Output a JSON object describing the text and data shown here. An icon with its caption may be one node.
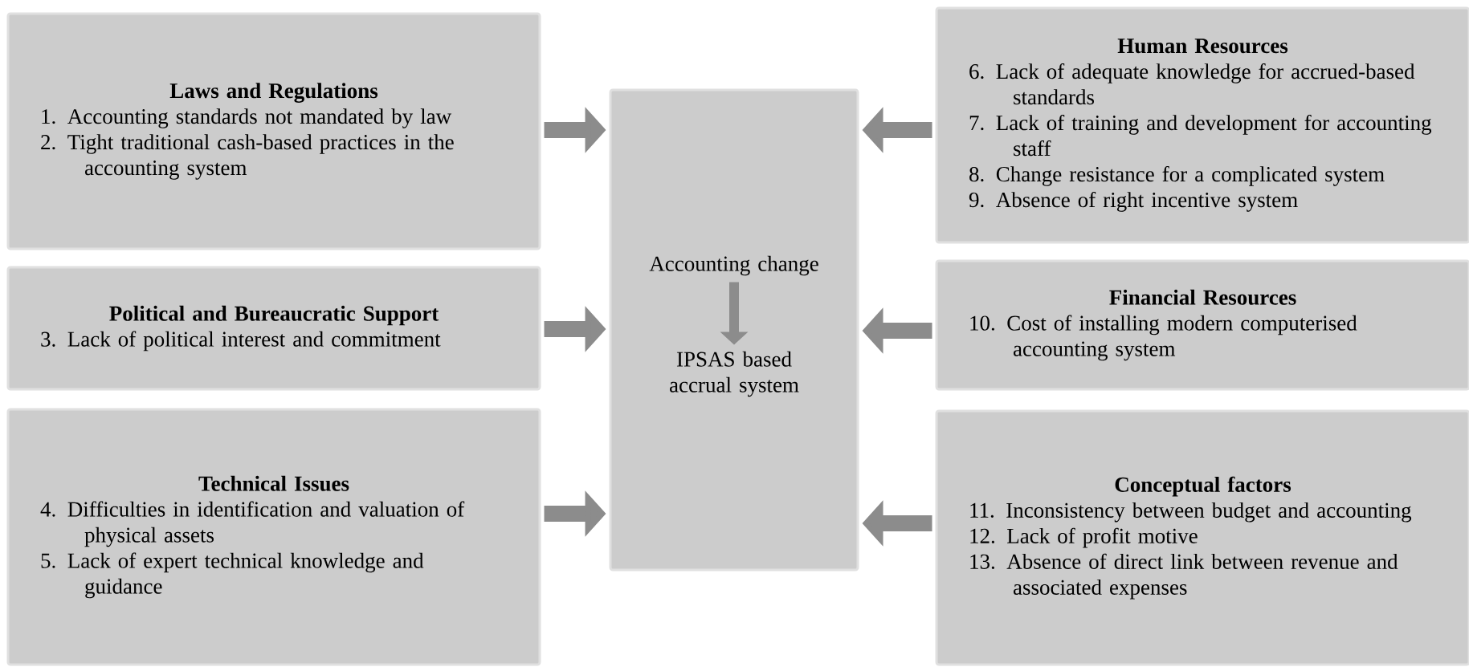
{
  "diagram": {
    "nodes": [
      {
        "text": [
          "Laws and Regulations",
          "1. Accounting standards not mandated by law",
          "2. Tight traditional cash-based practices in the accounting system"
        ]
      },
      {
        "text": [],
        "shape": "box"
      },
      {
        "text": [
          "Accounting change"
        ],
        "in": 1
      },
      {
        "text": [
          "IPSAS based accrual system"
        ],
        "in": 1
      },
      {
        "text": [
          "Human Resources",
          "6. Lack of adequate knowledge for accrued-based standards",
          "7. Lack of training and development for accounting staff",
          "8. Change resistance for a complicated system",
          "9. Absence of right incentive system"
        ]
      },
      {
        "text": [
          "Political and Bureaucratic Support",
          "3. Lack of political interest and commitment"
        ]
      },
      {
        "text": [
          "Financial Resources",
          "10. Cost of installing modern computerised accounting system"
        ]
      },
      {
        "text": [
          "Technical Issues",
          "4. Difficulties in identification and valuation of physical assets",
          "5. Lack of expert technical knowledge and guidance"
        ]
      },
      {
        "text": [
          "Conceptual factors",
          "11. Inconsistency between budget and accounting",
          "12. Lack of profit motive",
          "13. Absence of direct link between revenue and associated expenses"
        ]
      }
    ],
    "edges": [
      {
        "from": 0,
        "to": 1,
        "arrow": "to"
      },
      {
        "from": 4,
        "to": 1,
        "arrow": "to"
      },
      {
        "from": 5,
        "to": 1,
        "arrow": "to"
      },
      {
        "from": 6,
        "to": 1,
        "arrow": "to"
      },
      {
        "from": 7,
        "to": 1,
        "arrow": "to"
      },
      {
        "from": 8,
        "to": 1,
        "arrow": "to"
      },
      {
        "from": 2,
        "to": 3,
        "arrow": "to"
      }
    ]
  }
}
